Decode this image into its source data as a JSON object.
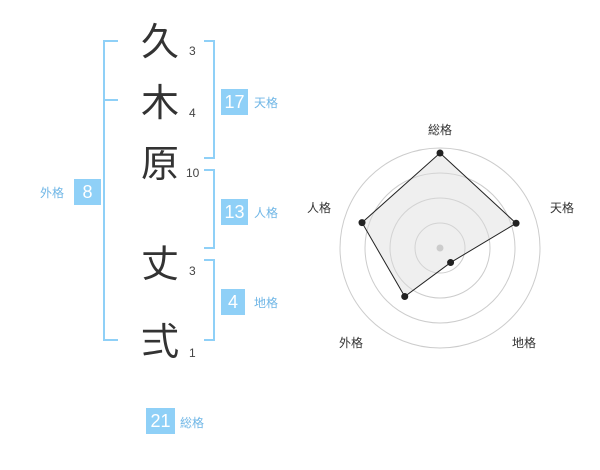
{
  "name_chars": [
    {
      "char": "久",
      "strokes": "3"
    },
    {
      "char": "木",
      "strokes": "4"
    },
    {
      "char": "原",
      "strokes": "10"
    },
    {
      "char": "丈",
      "strokes": "3"
    },
    {
      "char": "弍",
      "strokes": "1"
    }
  ],
  "fortune": {
    "tenkaku": {
      "value": "17",
      "label": "天格"
    },
    "jinkaku": {
      "value": "13",
      "label": "人格"
    },
    "chikaku": {
      "value": "4",
      "label": "地格"
    },
    "gaikaku": {
      "value": "8",
      "label": "外格"
    },
    "soukaku": {
      "value": "21",
      "label": "総格"
    }
  },
  "colors": {
    "accent": "#8fd0f7",
    "accent_text": "#6fb6e6",
    "bracket": "#8fd0f7",
    "radar_fill": "#f0f0f0",
    "radar_ring": "#cccccc"
  },
  "chart_data": {
    "type": "radar",
    "axes": [
      "総格",
      "天格",
      "地格",
      "外格",
      "人格"
    ],
    "values": [
      0.95,
      0.8,
      0.18,
      0.6,
      0.82
    ],
    "range": [
      0,
      1
    ],
    "rings": 4
  }
}
